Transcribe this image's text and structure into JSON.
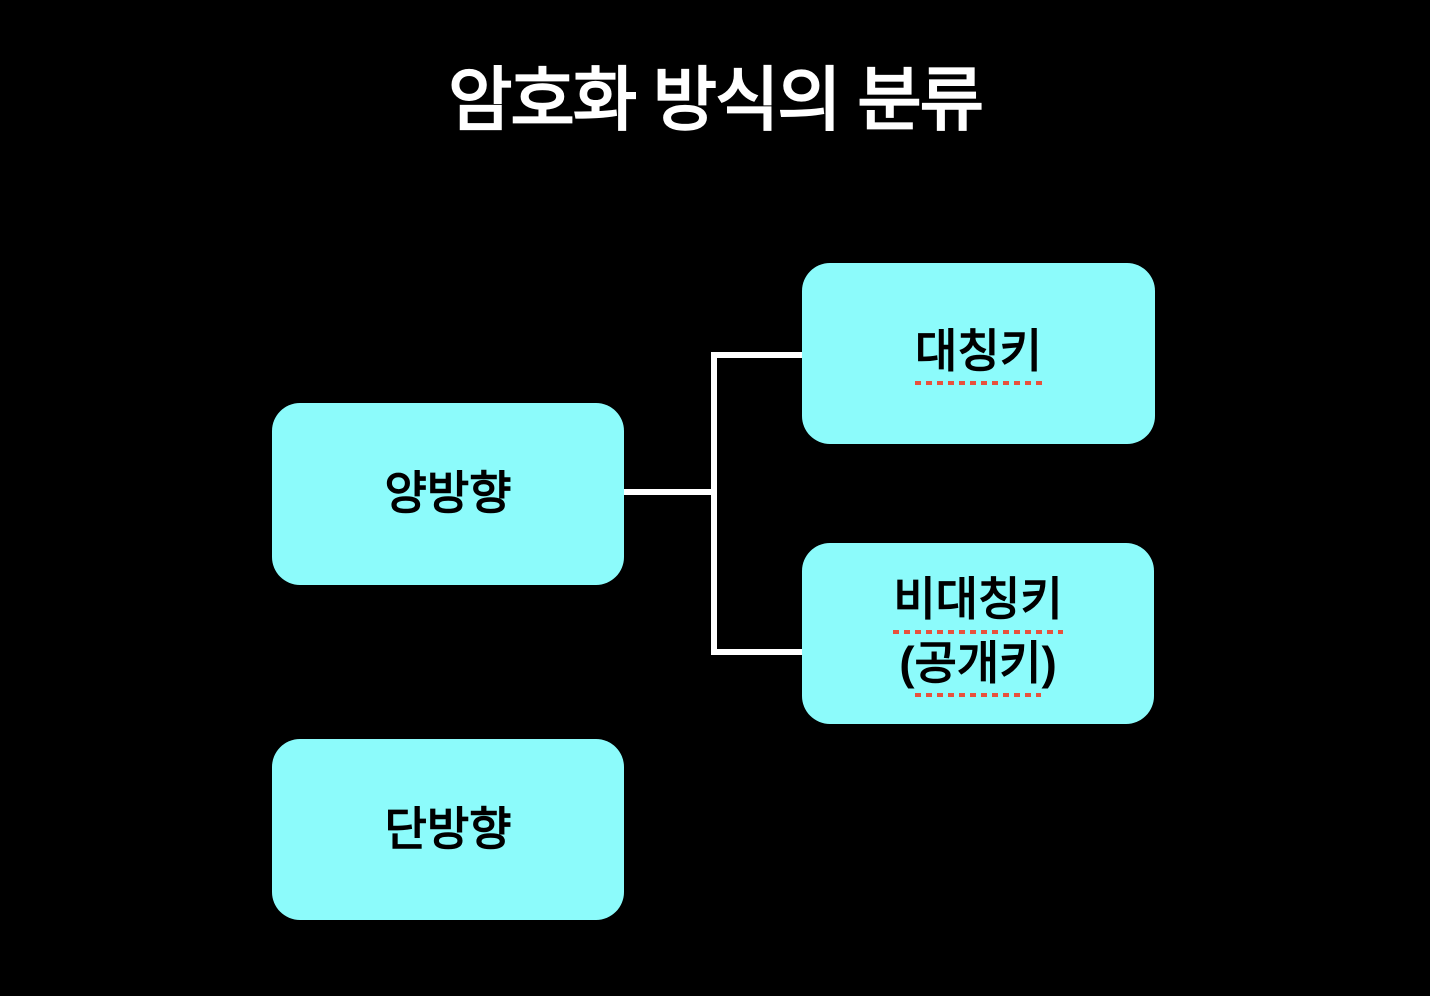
{
  "title": "암호화 방식의 분류",
  "colors": {
    "background": "#000000",
    "node_fill": "#8CFBFB",
    "node_text": "#000000",
    "title_text": "#FFFFFF",
    "connector": "#FFFFFF",
    "spellcheck_underline": "#E8513C"
  },
  "diagram": {
    "nodes": [
      {
        "id": "two-way",
        "label": "양방향"
      },
      {
        "id": "symmetric-key",
        "label": "대칭키",
        "spellcheck_underline": true
      },
      {
        "id": "asymmetric-key",
        "line1": "비대칭키",
        "line2_open": "(",
        "line2_core": "공개키",
        "line2_close": ")",
        "spellcheck_underline": true
      },
      {
        "id": "one-way",
        "label": "단방향"
      }
    ],
    "edges": [
      {
        "from": "two-way",
        "to": "symmetric-key"
      },
      {
        "from": "two-way",
        "to": "asymmetric-key"
      }
    ]
  }
}
